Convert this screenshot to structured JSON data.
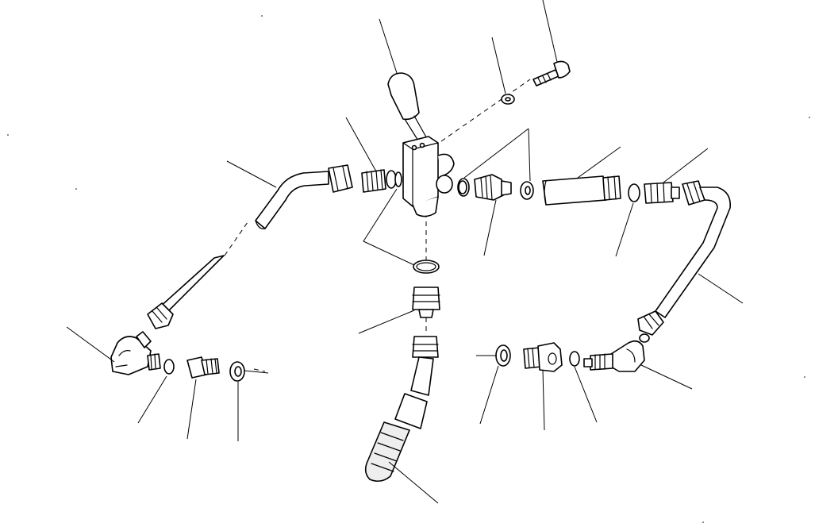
{
  "diagram": {
    "kind": "exploded-parts-drawing",
    "colors": {
      "ink": "#000000",
      "paper": "#ffffff"
    },
    "parts": [
      {
        "id": "lever-handle"
      },
      {
        "id": "cap-screw"
      },
      {
        "id": "lock-washer"
      },
      {
        "id": "valve-body"
      },
      {
        "id": "straight-adapter-left"
      },
      {
        "id": "tube-left"
      },
      {
        "id": "elbow-left"
      },
      {
        "id": "o-ring-left"
      },
      {
        "id": "adapter-left-lower"
      },
      {
        "id": "washer-left"
      },
      {
        "id": "o-ring-center"
      },
      {
        "id": "adapter-center"
      },
      {
        "id": "suction-hose-strainer"
      },
      {
        "id": "adapter-right-of-valve"
      },
      {
        "id": "washers-pair"
      },
      {
        "id": "coupling-sleeve"
      },
      {
        "id": "washer-right"
      },
      {
        "id": "adapter-right"
      },
      {
        "id": "tube-right"
      },
      {
        "id": "elbow-right"
      },
      {
        "id": "o-ring-right"
      },
      {
        "id": "adapter-right-lower"
      },
      {
        "id": "washer-right-lower"
      }
    ]
  }
}
